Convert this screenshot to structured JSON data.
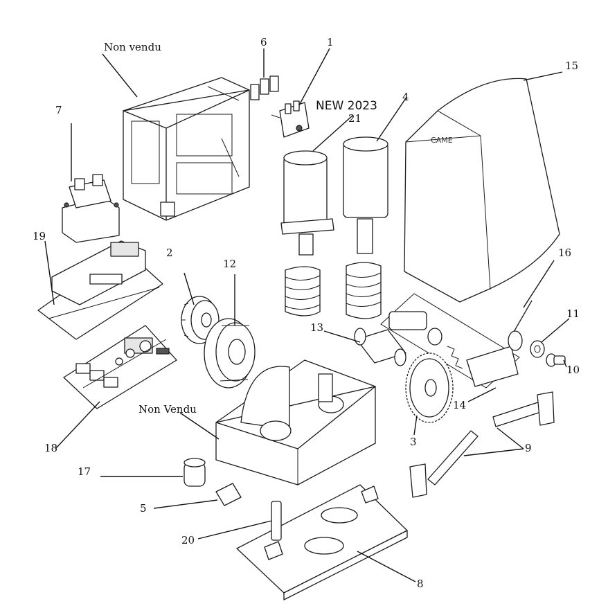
{
  "callouts": {
    "p1": "1",
    "p2": "2",
    "p3": "3",
    "p4": "4",
    "p5": "5",
    "p6": "6",
    "p7": "7",
    "p8": "8",
    "p9": "9",
    "p10": "10",
    "p11": "11",
    "p12": "12",
    "p13": "13",
    "p14": "14",
    "p15": "15",
    "p16": "16",
    "p17": "17",
    "p18": "18",
    "p19": "19",
    "p20": "20",
    "p21": "21"
  },
  "notes": {
    "not_sold_top": "Non vendu",
    "not_sold_bottom": "Non Vendu",
    "new_2023": "NEW 2023"
  },
  "branding": {
    "logo_text": "CAME"
  }
}
